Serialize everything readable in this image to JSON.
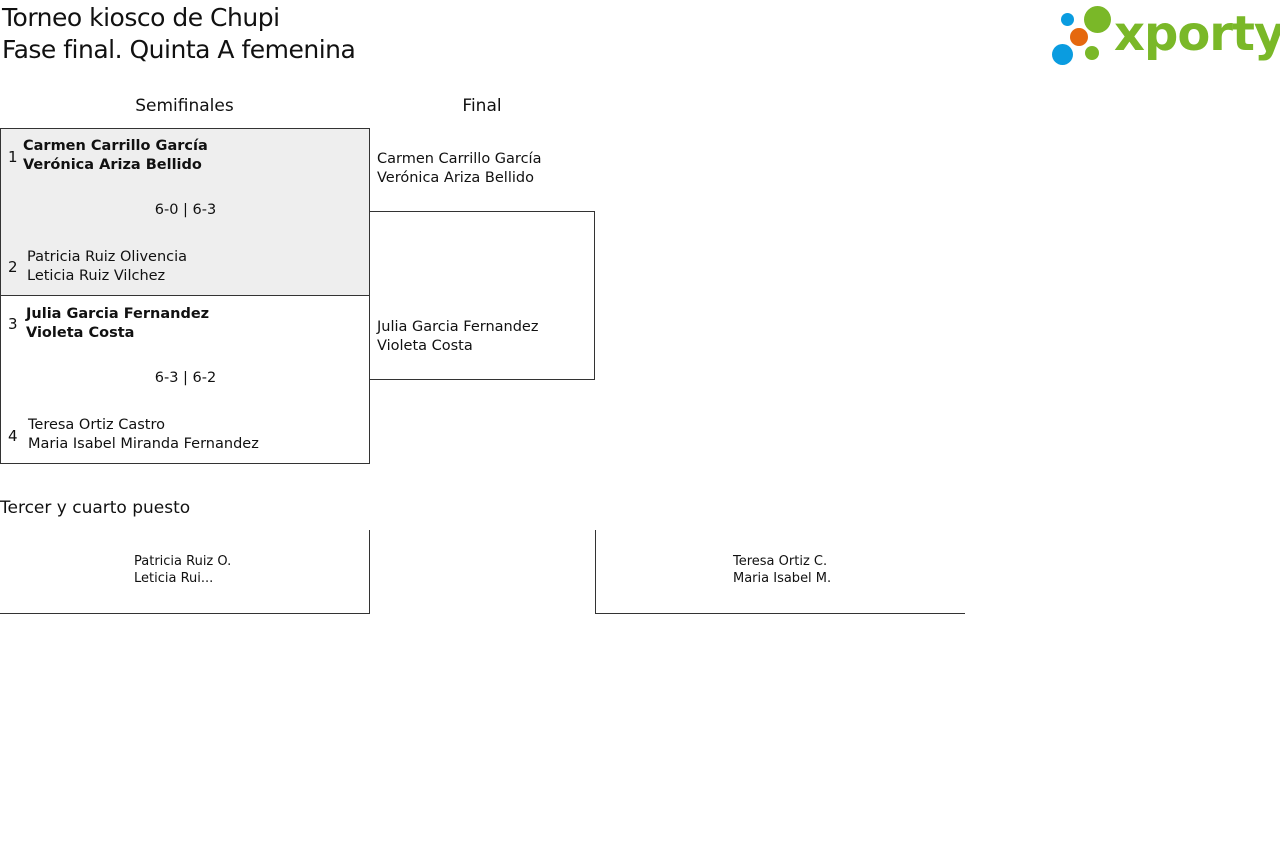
{
  "header": {
    "title": "Torneo kiosco de Chupi",
    "subtitle": "Fase final. Quinta A femenina",
    "logo_text": "xporty"
  },
  "colors": {
    "logo_green": "#7ab828",
    "logo_blue": "#0a9ce0",
    "logo_orange": "#e5680f",
    "match_highlight": "#eeeeee"
  },
  "rounds": {
    "semis": "Semifinales",
    "final": "Final"
  },
  "semifinals": [
    {
      "seed_a": "1",
      "team_a": [
        "Carmen Carrillo García",
        "Verónica Ariza Bellido"
      ],
      "score": "6-0 | 6-3",
      "seed_b": "2",
      "team_b": [
        "Patricia Ruiz Olivencia",
        "Leticia Ruiz Vilchez"
      ]
    },
    {
      "seed_a": "3",
      "team_a": [
        "Julia Garcia Fernandez",
        "Violeta Costa"
      ],
      "score": "6-3 | 6-2",
      "seed_b": "4",
      "team_b": [
        "Teresa Ortiz Castro",
        "Maria Isabel Miranda Fernandez"
      ]
    }
  ],
  "final": {
    "team_a": [
      "Carmen Carrillo García",
      "Verónica Ariza Bellido"
    ],
    "team_b": [
      "Julia Garcia Fernandez",
      "Violeta Costa"
    ]
  },
  "third_place": {
    "title": "Tercer y cuarto puesto",
    "team_a": [
      "Patricia Ruiz O.",
      "Leticia Rui..."
    ],
    "team_b": [
      "Teresa Ortiz C.",
      "Maria Isabel M."
    ]
  }
}
